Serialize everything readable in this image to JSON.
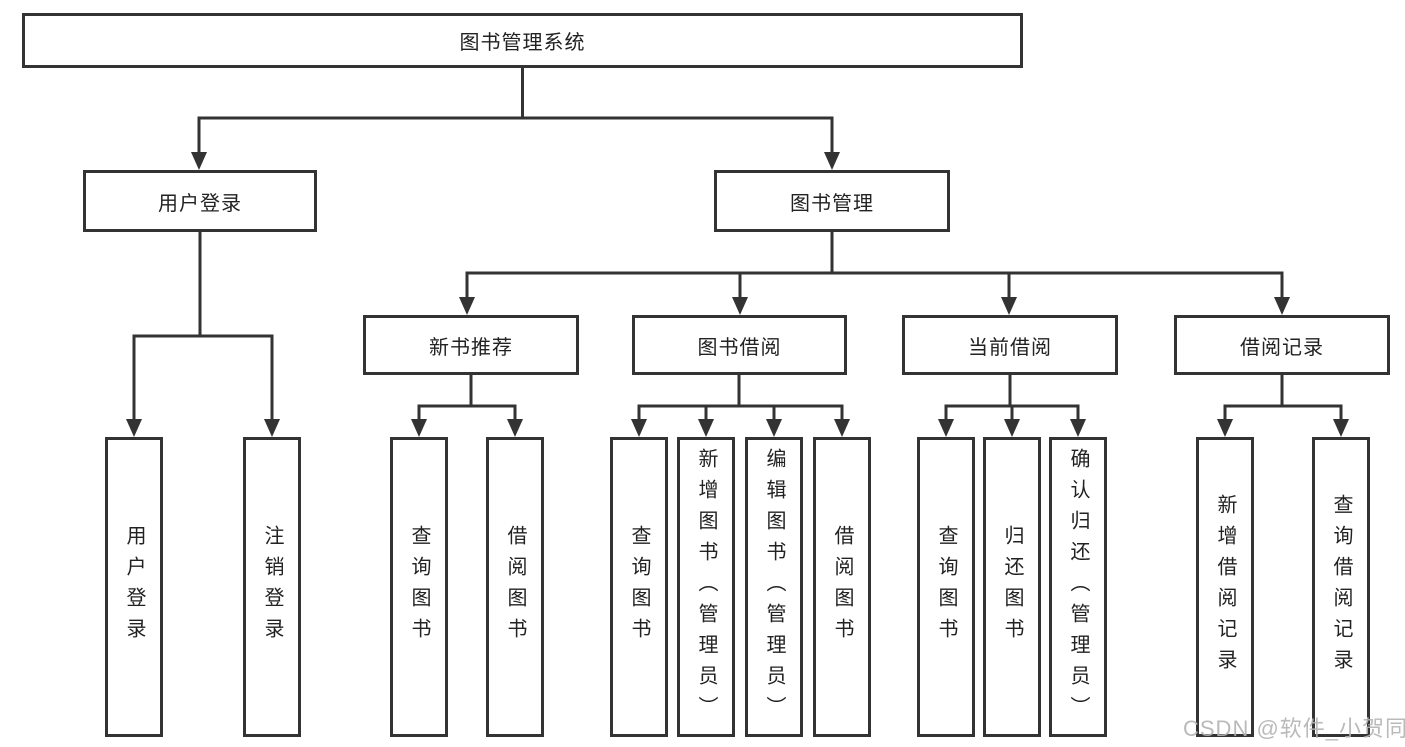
{
  "diagram": {
    "root": "图书管理系统",
    "level2": {
      "user_login": "用户登录",
      "book_mgmt": "图书管理"
    },
    "level3": {
      "new_books": "新书推荐",
      "borrowing": "图书借阅",
      "current": "当前借阅",
      "records": "借阅记录"
    },
    "leaves": {
      "user_login": [
        "用户登录",
        "注销登录"
      ],
      "new_books": [
        "查询图书",
        "借阅图书"
      ],
      "borrowing": [
        "查询图书",
        "新增图书（管理员）",
        "编辑图书（管理员）",
        "借阅图书"
      ],
      "current": [
        "查询图书",
        "归还图书",
        "确认归还（管理员）"
      ],
      "records": [
        "新增借阅记录",
        "查询借阅记录"
      ]
    }
  },
  "watermark": "CSDN @软件_小贺同学",
  "colors": {
    "line": "#333333",
    "box_border": "#333333",
    "text": "#222222",
    "background": "#ffffff",
    "watermark": "#b3b3b3"
  }
}
